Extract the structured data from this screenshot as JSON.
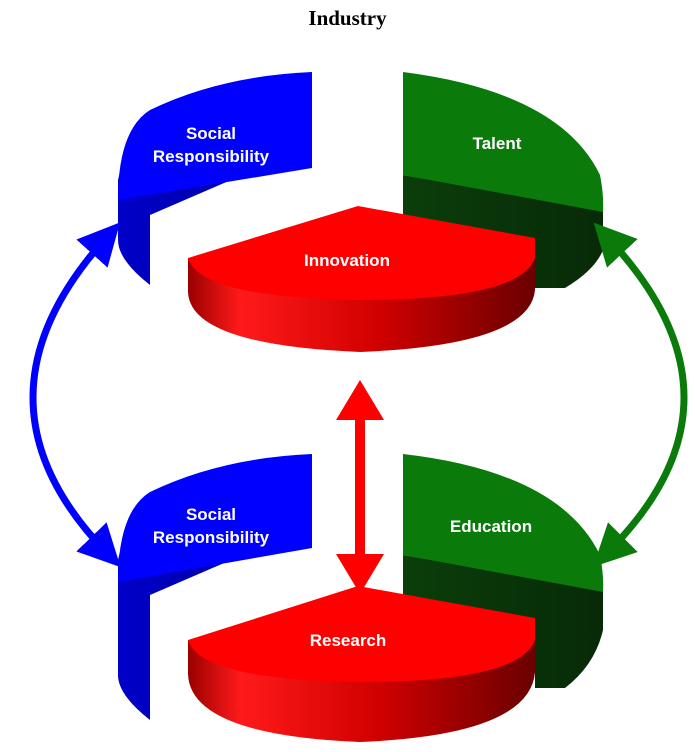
{
  "title": "Industry",
  "colors": {
    "blue": "#0000ff",
    "green": "#0a7a0a",
    "red": "#ff0000"
  },
  "top_pie": {
    "left_label": [
      "Social",
      "Responsibility"
    ],
    "right_label": "Talent",
    "center_label": "Innovation"
  },
  "bottom_pie": {
    "left_label": [
      "Social",
      "Responsibility"
    ],
    "right_label": "Education",
    "center_label": "Research"
  }
}
